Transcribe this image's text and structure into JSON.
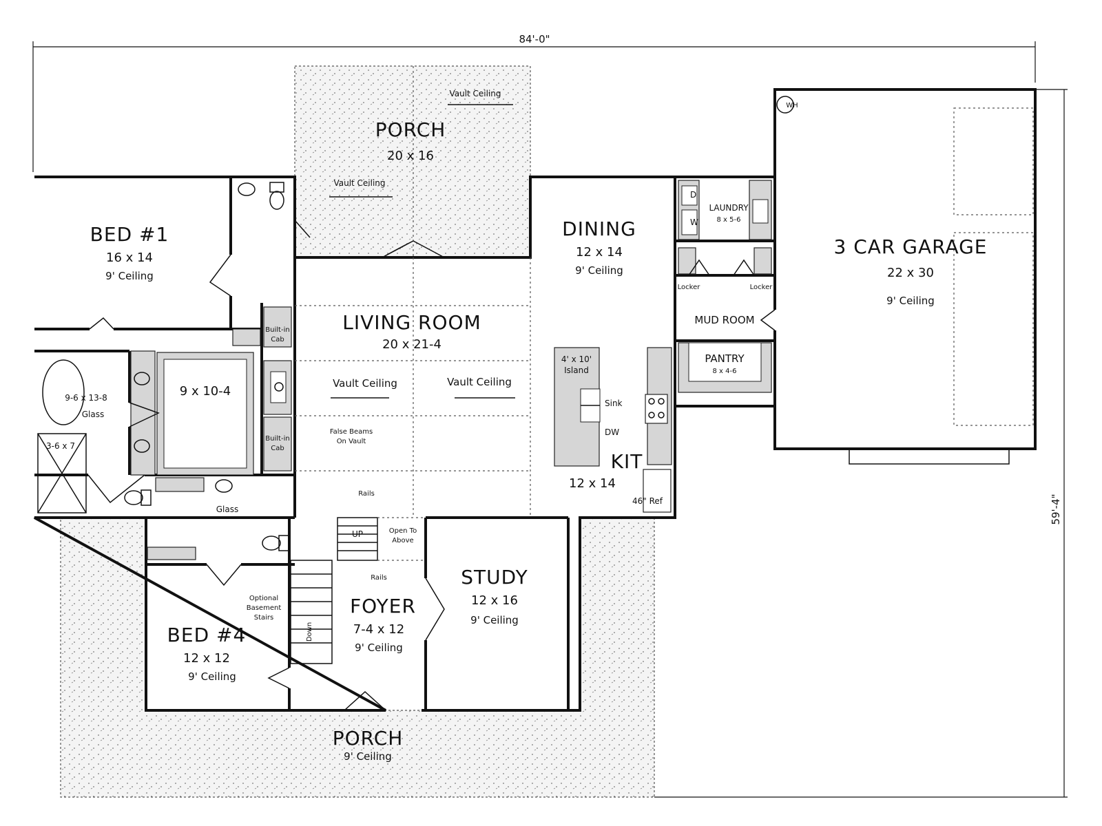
{
  "dimensions": {
    "width": "84'-0\"",
    "depth": "59'-4\""
  },
  "rooms": {
    "porch_rear": {
      "name": "PORCH",
      "size": "20 x 16",
      "note1": "Vault Ceiling",
      "note2": "Vault Ceiling"
    },
    "bed1": {
      "name": "BED #1",
      "size": "16 x 14",
      "ceiling": "9' Ceiling"
    },
    "master_bath": {
      "size": "9-6 x 13-8",
      "glass": "Glass",
      "shower": "3-6 x 7"
    },
    "closet": {
      "size": "9 x 10-4"
    },
    "living": {
      "name": "LIVING ROOM",
      "size": "20 x 21-4",
      "vault_left": "Vault Ceiling",
      "vault_right": "Vault Ceiling",
      "beams_1": "False Beams",
      "beams_2": "On Vault"
    },
    "builtin_top": {
      "line1": "Built-in",
      "line2": "Cab"
    },
    "builtin_bot": {
      "line1": "Built-in",
      "line2": "Cab"
    },
    "dining": {
      "name": "DINING",
      "size": "12 x 14",
      "ceiling": "9' Ceiling"
    },
    "kitchen": {
      "name": "KIT",
      "size": "12 x 14",
      "island1": "4' x 10'",
      "island2": "Island",
      "sink": "Sink",
      "dw": "DW",
      "ref": "46\" Ref"
    },
    "laundry": {
      "name": "LAUNDRY",
      "size": "8 x 5-6",
      "dryer": "D",
      "washer": "W"
    },
    "lockers": {
      "left": "Locker",
      "right": "Locker"
    },
    "mud": {
      "name": "MUD ROOM"
    },
    "pantry": {
      "name": "PANTRY",
      "size": "8 x 4-6"
    },
    "garage": {
      "name": "3 CAR GARAGE",
      "size": "22 x 30",
      "ceiling": "9' Ceiling",
      "wh": "WH"
    },
    "hall_bath": {
      "glass": "Glass"
    },
    "stairs": {
      "up": "UP",
      "rails_top": "Rails",
      "rails_bot": "Rails",
      "open1": "Open To",
      "open2": "Above",
      "base1": "Optional",
      "base2": "Basement",
      "base3": "Stairs",
      "down": "Down"
    },
    "study": {
      "name": "STUDY",
      "size": "12 x 16",
      "ceiling": "9' Ceiling"
    },
    "foyer": {
      "name": "FOYER",
      "size": "7-4 x 12",
      "ceiling": "9' Ceiling"
    },
    "bed4": {
      "name": "BED #4",
      "size": "12 x 12",
      "ceiling": "9' Ceiling"
    },
    "porch_front": {
      "name": "PORCH",
      "ceiling": "9' Ceiling"
    }
  }
}
